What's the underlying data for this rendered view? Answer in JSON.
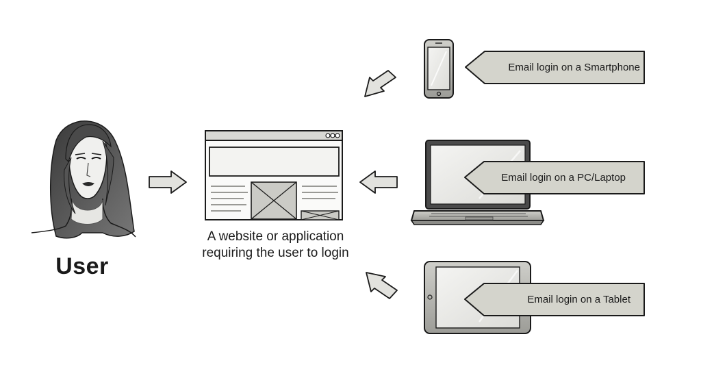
{
  "user": {
    "label": "User"
  },
  "website": {
    "caption_line1": "A website or application",
    "caption_line2": "requiring the user to login"
  },
  "devices": {
    "smartphone": {
      "label": "Email login on a Smartphone"
    },
    "laptop": {
      "label": "Email login on a PC/Laptop"
    },
    "tablet": {
      "label": "Email login on a Tablet"
    }
  },
  "colors": {
    "ink": "#1a1a1a",
    "banner_fill": "#d4d4cc",
    "screen_fill": "#ededeb",
    "device_fill": "#bdbdb8",
    "background": "#ffffff"
  }
}
